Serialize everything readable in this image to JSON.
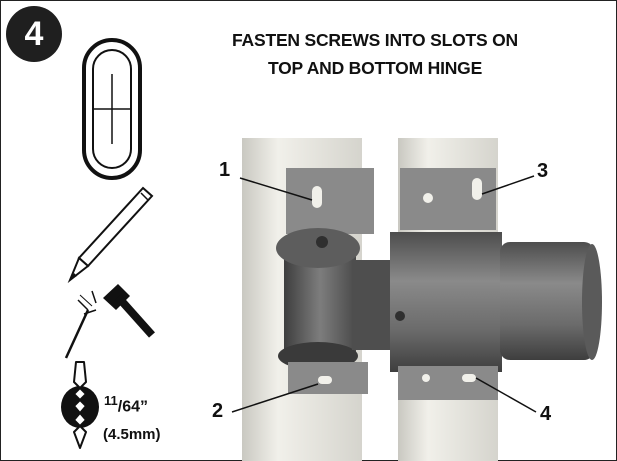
{
  "step": {
    "number": "4"
  },
  "heading": {
    "line1": "FASTEN SCREWS INTO SLOTS ON",
    "line2": "TOP AND BOTTOM HINGE"
  },
  "callouts": [
    "1",
    "2",
    "3",
    "4"
  ],
  "drill": {
    "size_numerator": "11",
    "size_fraction_rest": "/64”",
    "size_mm": "(4.5mm)"
  },
  "icons": [
    "slot-screw-icon",
    "pencil-icon",
    "hammer-icon",
    "drill-bit-icon"
  ],
  "colors": {
    "badge": "#1f1f1f",
    "hinge": "#6a6a6a",
    "post": "#e9e8e2"
  }
}
